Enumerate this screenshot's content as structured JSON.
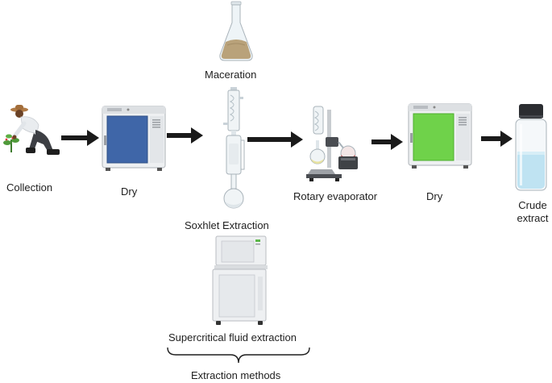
{
  "labels": {
    "collection": "Collection",
    "dry_1": "Dry",
    "maceration": "Maceration",
    "soxhlet": "Soxhlet Extraction",
    "supercritical": "Supercritical fluid extraction",
    "extraction_methods": "Extraction methods",
    "rotary": "Rotary evaporator",
    "dry_2": "Dry",
    "crude_line1": "Crude",
    "crude_line2": "extract"
  },
  "icons": {
    "collector": "person-picking-plant-icon",
    "oven_blue": "drying-oven-icon",
    "flask": "erlenmeyer-flask-icon",
    "soxhlet": "soxhlet-apparatus-icon",
    "sfe": "supercritical-extractor-icon",
    "rotavap": "rotary-evaporator-icon",
    "oven_green": "drying-oven-icon",
    "vial": "sample-vial-icon"
  },
  "colors": {
    "arrow": "#1a1a1a",
    "oven_1_door": "#3f66a8",
    "oven_2_door": "#6fd24a",
    "vial_liquid": "#bfe3f2",
    "flask_powder": "#b9a27a"
  }
}
